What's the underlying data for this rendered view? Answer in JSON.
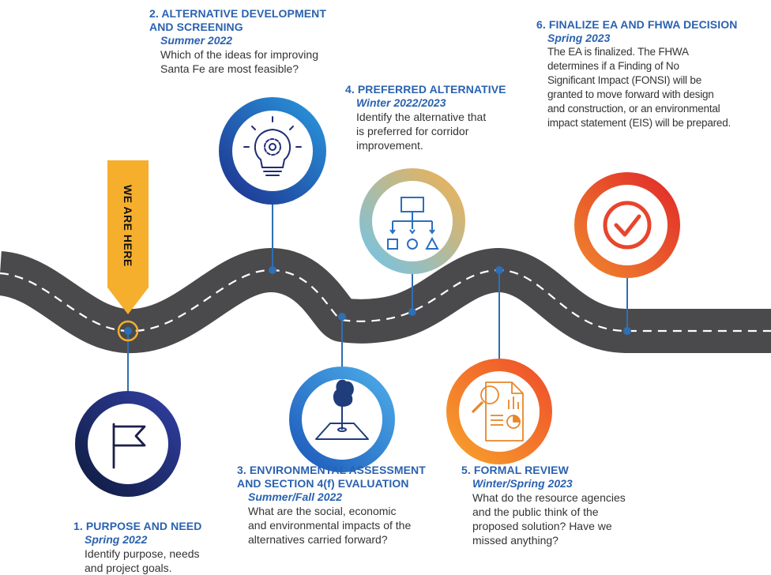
{
  "we_are_here": "WE ARE HERE",
  "steps": [
    {
      "title": "1. PURPOSE AND NEED",
      "date": "Spring 2022",
      "desc": "Identify purpose, needs\nand project goals.",
      "icon": "flag-icon"
    },
    {
      "title": "2. ALTERNATIVE DEVELOPMENT\n    AND SCREENING",
      "date": "Summer 2022",
      "desc": "Which of the ideas for improving\nSanta Fe are most feasible?",
      "icon": "lightbulb-gear-icon"
    },
    {
      "title": "3. ENVIRONMENTAL ASSESSMENT\n    AND SECTION 4(f) EVALUATION",
      "date": "Summer/Fall 2022",
      "desc": "What are the social, economic\nand environmental impacts of the\nalternatives carried forward?",
      "icon": "tree-landscape-icon"
    },
    {
      "title": "4. PREFERRED ALTERNATIVE",
      "date": "Winter 2022/2023",
      "desc": "Identify the alternative that\nis preferred for corridor\nimprovement.",
      "icon": "flowchart-icon"
    },
    {
      "title": "5. FORMAL REVIEW",
      "date": "Winter/Spring 2023",
      "desc": "What do the resource agencies\nand the public think of the\nproposed solution? Have we\nmissed anything?",
      "icon": "document-magnifier-icon"
    },
    {
      "title": "6. FINALIZE EA AND FHWA DECISION",
      "date": "Spring 2023",
      "desc": "The EA is finalized. The FHWA\ndetermines if a Finding of No\nSignificant Impact (FONSI) will be\ngranted to move forward with design\nand construction, or an environmental\nimpact statement (EIS) will be prepared.",
      "icon": "checkmark-circle-icon"
    }
  ],
  "colors": {
    "road": "#4a4a4c",
    "road_dash": "#ffffff",
    "heading_blue": "#2a62b0",
    "marker_orange": "#f6ae2d",
    "node_blue": "#2f6fb3"
  }
}
